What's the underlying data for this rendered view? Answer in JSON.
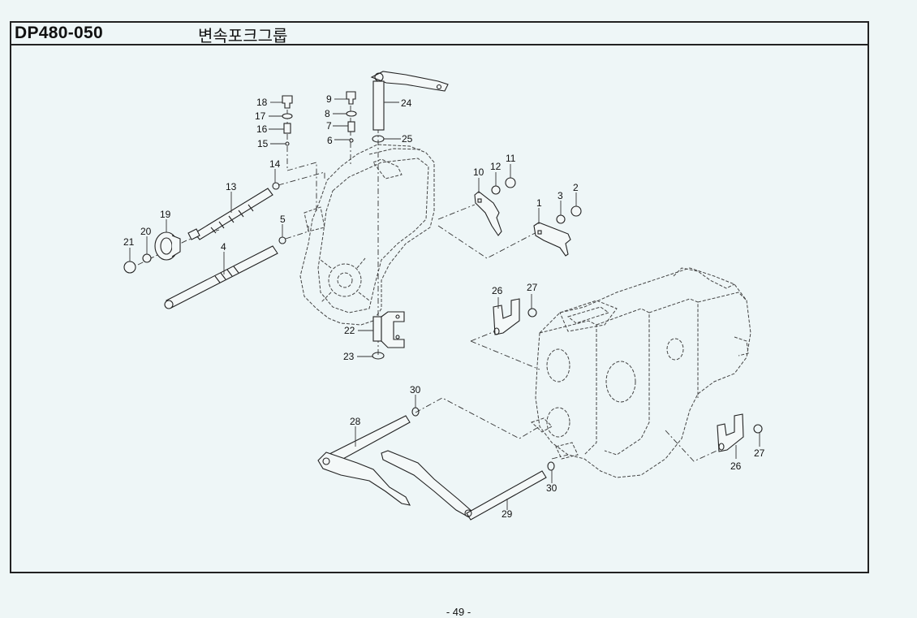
{
  "header": {
    "part_code": "DP480-050",
    "group_title": "변속포크그룹"
  },
  "footer": {
    "page_number": "- 49 -"
  },
  "diagram": {
    "title": "Shift fork group exploded view",
    "callouts": [
      {
        "id": "c1",
        "label": "1"
      },
      {
        "id": "c2",
        "label": "2"
      },
      {
        "id": "c3",
        "label": "3"
      },
      {
        "id": "c4",
        "label": "4"
      },
      {
        "id": "c5",
        "label": "5"
      },
      {
        "id": "c6",
        "label": "6"
      },
      {
        "id": "c7",
        "label": "7"
      },
      {
        "id": "c8",
        "label": "8"
      },
      {
        "id": "c9",
        "label": "9"
      },
      {
        "id": "c10",
        "label": "10"
      },
      {
        "id": "c11",
        "label": "11"
      },
      {
        "id": "c12",
        "label": "12"
      },
      {
        "id": "c13",
        "label": "13"
      },
      {
        "id": "c14",
        "label": "14"
      },
      {
        "id": "c15",
        "label": "15"
      },
      {
        "id": "c16",
        "label": "16"
      },
      {
        "id": "c17",
        "label": "17"
      },
      {
        "id": "c18",
        "label": "18"
      },
      {
        "id": "c19",
        "label": "19"
      },
      {
        "id": "c20",
        "label": "20"
      },
      {
        "id": "c21",
        "label": "21"
      },
      {
        "id": "c22",
        "label": "22"
      },
      {
        "id": "c23",
        "label": "23"
      },
      {
        "id": "c24",
        "label": "24"
      },
      {
        "id": "c25",
        "label": "25"
      },
      {
        "id": "c26a",
        "label": "26"
      },
      {
        "id": "c27a",
        "label": "27"
      },
      {
        "id": "c26b",
        "label": "26"
      },
      {
        "id": "c27b",
        "label": "27"
      },
      {
        "id": "c28",
        "label": "28"
      },
      {
        "id": "c29",
        "label": "29"
      },
      {
        "id": "c30a",
        "label": "30"
      },
      {
        "id": "c30b",
        "label": "30"
      }
    ]
  }
}
